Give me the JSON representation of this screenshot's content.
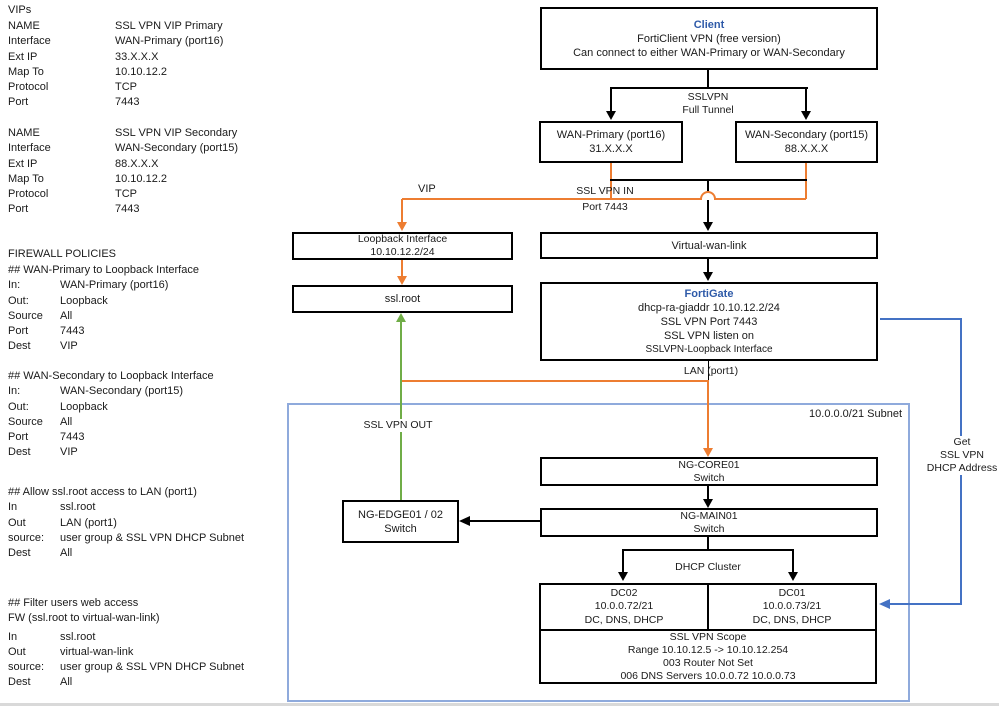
{
  "colors": {
    "orange": "#ED7D31",
    "green": "#70AD47",
    "blue": "#4472C4",
    "subnet_border": "#8FAADC",
    "title_blue": "#2E5AA8",
    "box_border": "#000000"
  },
  "left": {
    "vips_title": "VIPs",
    "vip1": {
      "rows": [
        [
          "NAME",
          "SSL VPN VIP Primary"
        ],
        [
          "Interface",
          "WAN-Primary (port16)"
        ],
        [
          "Ext IP",
          "33.X.X.X"
        ],
        [
          "Map To",
          "10.10.12.2"
        ],
        [
          "Protocol",
          "TCP"
        ],
        [
          "Port",
          "7443"
        ]
      ]
    },
    "vip2": {
      "rows": [
        [
          "NAME",
          "SSL VPN VIP Secondary"
        ],
        [
          "Interface",
          "WAN-Secondary (port15)"
        ],
        [
          "Ext IP",
          "88.X.X.X"
        ],
        [
          "Map To",
          "10.10.12.2"
        ],
        [
          "Protocol",
          "TCP"
        ],
        [
          "Port",
          "7443"
        ]
      ]
    },
    "fw_title": "FIREWALL POLICIES",
    "p1": {
      "heading": "## WAN-Primary to Loopback Interface",
      "rows": [
        [
          "In:",
          "WAN-Primary (port16)"
        ],
        [
          "Out:",
          "Loopback"
        ],
        [
          "Source",
          "All"
        ],
        [
          "Port",
          "7443"
        ],
        [
          "Dest",
          "VIP"
        ]
      ]
    },
    "p2": {
      "heading": "## WAN-Secondary to Loopback Interface",
      "rows": [
        [
          "In:",
          "WAN-Secondary (port15)"
        ],
        [
          "Out:",
          "Loopback"
        ],
        [
          "Source",
          "All"
        ],
        [
          "Port",
          "7443"
        ],
        [
          "Dest",
          "VIP"
        ]
      ]
    },
    "p3": {
      "heading": "## Allow ssl.root access to LAN (port1)",
      "rows": [
        [
          "In",
          "ssl.root"
        ],
        [
          "Out",
          "LAN (port1)"
        ],
        [
          "source:",
          "user group & SSL VPN DHCP Subnet"
        ],
        [
          "Dest",
          "All"
        ]
      ]
    },
    "p4": {
      "heading": "## Filter users web access",
      "heading2": "FW (ssl.root to virtual-wan-link)",
      "rows": [
        [
          "In",
          "ssl.root"
        ],
        [
          "Out",
          "virtual-wan-link"
        ],
        [
          "source:",
          "user group & SSL VPN DHCP Subnet"
        ],
        [
          "Dest",
          "All"
        ]
      ]
    }
  },
  "diagram": {
    "client": {
      "title": "Client",
      "l1": "FortiClient VPN (free version)",
      "l2": "Can connect to either WAN-Primary or WAN-Secondary"
    },
    "tunnel_label": {
      "l1": "SSLVPN",
      "l2": "Full Tunnel"
    },
    "wan_primary": {
      "l1": "WAN-Primary (port16)",
      "l2": "31.X.X.X"
    },
    "wan_secondary": {
      "l1": "WAN-Secondary (port15)",
      "l2": "88.X.X.X"
    },
    "vip_label": "VIP",
    "ssl_vpn_in": {
      "l1": "SSL VPN IN",
      "l2": "Port 7443"
    },
    "loopback": {
      "l1": "Loopback Interface",
      "l2": "10.10.12.2/24"
    },
    "ssl_root": "ssl.root",
    "virtual_wan_link": "Virtual-wan-link",
    "fortigate": {
      "title": "FortiGate",
      "l1": "dhcp-ra-giaddr 10.10.12.2/24",
      "l2": "SSL VPN Port 7443",
      "l3": "SSL VPN listen on",
      "l4": "SSLVPN-Loopback Interface"
    },
    "lan_label": "LAN (port1)",
    "ssl_vpn_out": "SSL VPN OUT",
    "subnet_label": "10.0.0.0/21 Subnet",
    "ng_core": {
      "l1": "NG-CORE01",
      "l2": "Switch"
    },
    "ng_main": {
      "l1": "NG-MAIN01",
      "l2": "Switch"
    },
    "ng_edge": {
      "l1": "NG-EDGE01 / 02",
      "l2": "Switch"
    },
    "dhcp_cluster_label": "DHCP Cluster",
    "dc02": {
      "l1": "DC02",
      "l2": "10.0.0.72/21",
      "l3": "DC, DNS, DHCP"
    },
    "dc01": {
      "l1": "DC01",
      "l2": "10.0.0.73/21",
      "l3": "DC, DNS, DHCP"
    },
    "scope": {
      "l1": "SSL VPN Scope",
      "l2": "Range 10.10.12.5 -> 10.10.12.254",
      "l3": "003 Router Not Set",
      "l4": "006 DNS Servers 10.0.0.72 10.0.0.73"
    },
    "get_dhcp": {
      "l1": "Get",
      "l2": "SSL VPN",
      "l3": "DHCP Address"
    }
  }
}
